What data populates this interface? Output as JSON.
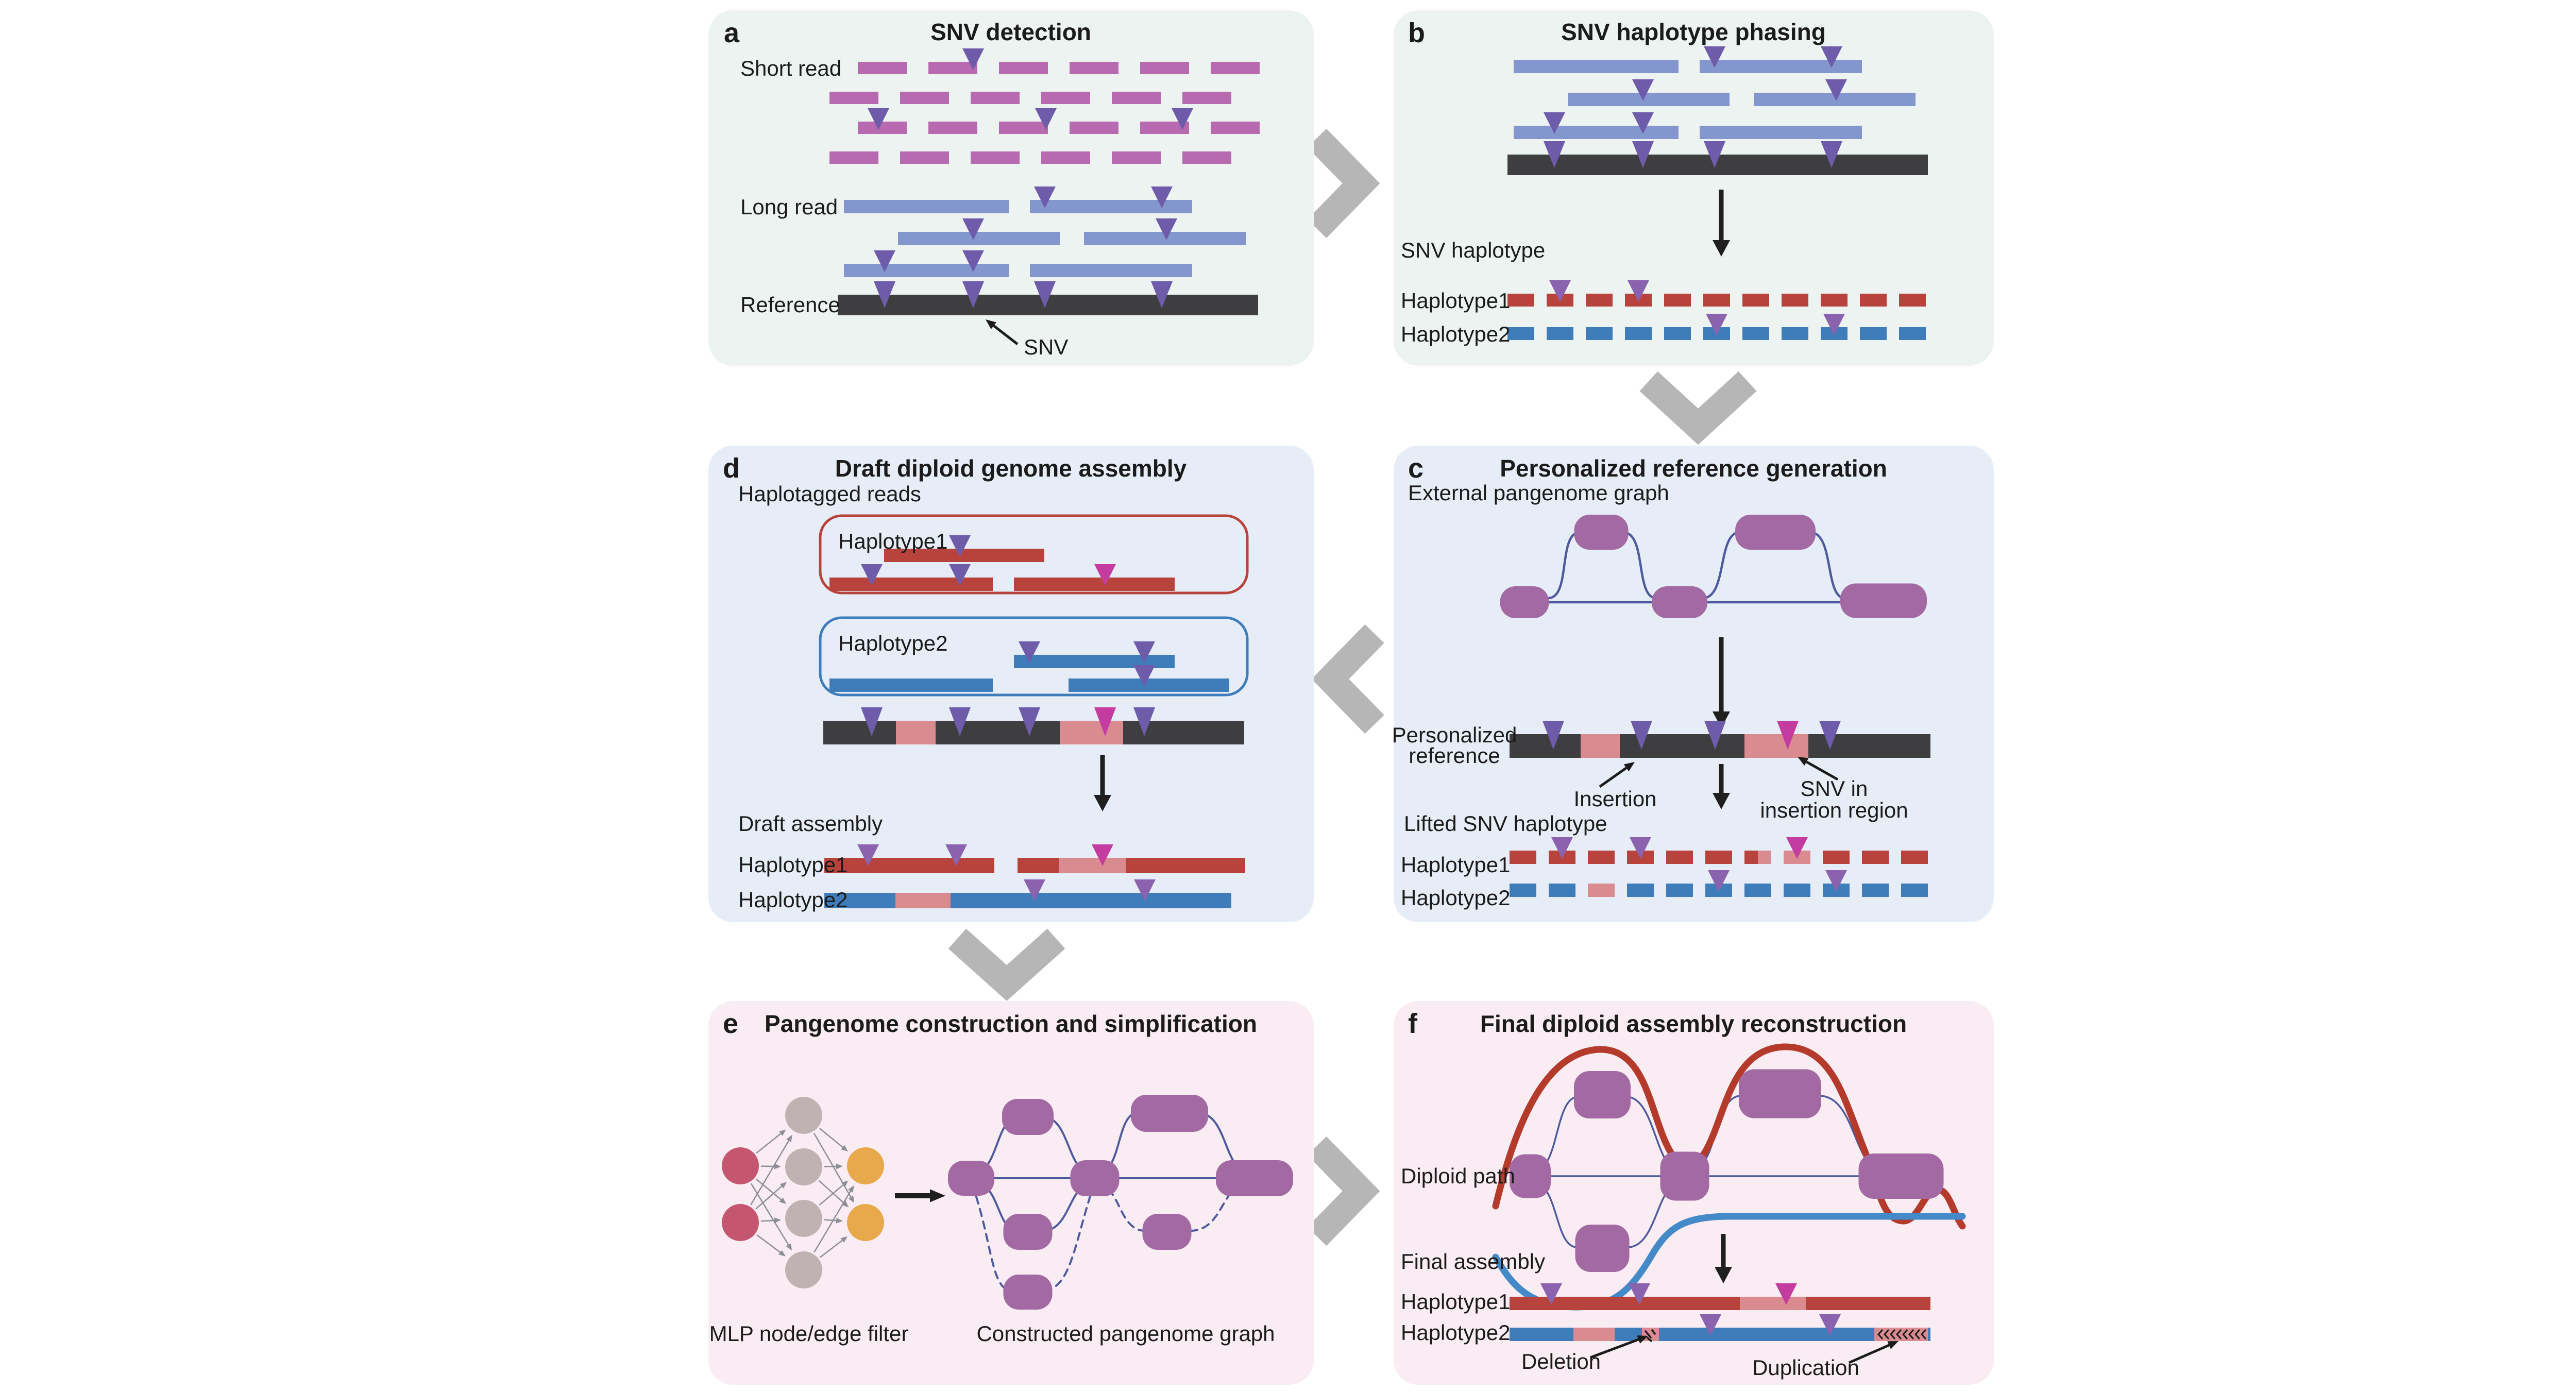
{
  "colors": {
    "background": "#ffffff",
    "panel_ab_bg": "#edf3f0",
    "panel_cd_bg": "#e7edf7",
    "panel_ef_bg": "#f9ecf2",
    "short_read": "#b76ab0",
    "long_read": "#8397ce",
    "reference_bar": "#3e3e40",
    "snv_triangle": "#6e5caa",
    "snv_triangle_on_haplotype": "#8a62ae",
    "haplotype1_red": "#b8433c",
    "haplotype2_blue": "#3e7cba",
    "insertion_pink": "#d98b90",
    "snv_in_insertion_magenta": "#c43c9f",
    "pangenome_node": "#a269a3",
    "pangenome_edge": "#4d5b9d",
    "haplotype1_path": "#b43b2c",
    "haplotype2_path": "#4489c8",
    "mlp_input_node": "#c5566f",
    "mlp_hidden_node": "#bfb2b2",
    "mlp_output_node": "#e7a94b",
    "mlp_edge": "#8d8d97",
    "flow_arrow": "#b6b6b6",
    "text": "#1b1b1b",
    "black_arrow": "#1f1f1f"
  },
  "panels": {
    "a": {
      "letter": "a",
      "title": "SNV detection",
      "labels": {
        "short_read": "Short read",
        "long_read": "Long read",
        "reference": "Reference",
        "snv": "SNV"
      }
    },
    "b": {
      "letter": "b",
      "title": "SNV haplotype phasing",
      "labels": {
        "snv_haplotype": "SNV haplotype",
        "haplotype1": "Haplotype1",
        "haplotype2": "Haplotype2"
      }
    },
    "c": {
      "letter": "c",
      "title": "Personalized reference generation",
      "labels": {
        "external_pangenome_graph": "External pangenome graph",
        "personalized_reference": [
          "Personalized",
          "reference"
        ],
        "insertion": "Insertion",
        "snv_in_insertion": [
          "SNV in",
          "insertion region"
        ],
        "lifted_snv_haplotype": "Lifted SNV haplotype",
        "haplotype1": "Haplotype1",
        "haplotype2": "Haplotype2"
      }
    },
    "d": {
      "letter": "d",
      "title": "Draft diploid genome assembly",
      "labels": {
        "haplotagged_reads": "Haplotagged reads",
        "haplotype1_box": "Haplotype1",
        "haplotype2_box": "Haplotype2",
        "draft_assembly": "Draft assembly",
        "haplotype1": "Haplotype1",
        "haplotype2": "Haplotype2"
      }
    },
    "e": {
      "letter": "e",
      "title": "Pangenome construction and simplification",
      "labels": {
        "mlp_filter": "MLP node/edge filter",
        "constructed_graph": "Constructed pangenome graph"
      }
    },
    "f": {
      "letter": "f",
      "title": "Final diploid assembly reconstruction",
      "labels": {
        "diploid_path": "Diploid path",
        "final_assembly": "Final assembly",
        "haplotype1": "Haplotype1",
        "haplotype2": "Haplotype2",
        "deletion": "Deletion",
        "duplication": "Duplication"
      }
    }
  }
}
